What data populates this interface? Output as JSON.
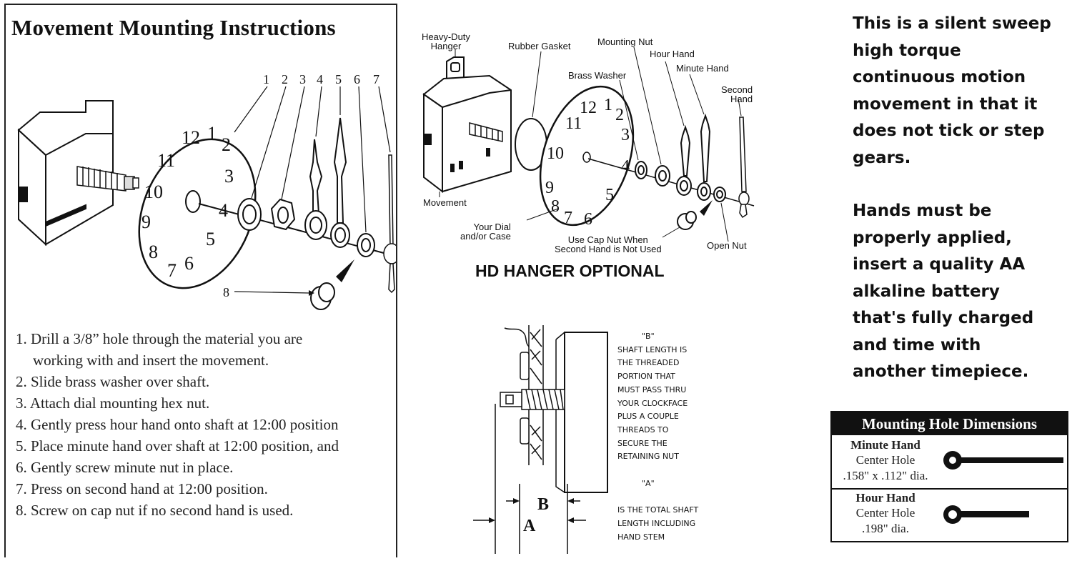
{
  "left_panel": {
    "title": "Movement Mounting Instructions",
    "part_numbers": [
      "1",
      "2",
      "3",
      "4",
      "5",
      "6",
      "7",
      "8"
    ],
    "dial_numerals": [
      "12",
      "1",
      "2",
      "3",
      "4",
      "5",
      "6",
      "7",
      "8",
      "9",
      "10",
      "11"
    ],
    "steps": [
      "1. Drill a 3/8” hole through the material you are",
      "working with and insert the movement.",
      "2. Slide brass washer over shaft.",
      "3. Attach dial mounting hex nut.",
      "4. Gently press hour hand onto shaft at 12:00 position",
      "5. Place minute hand over shaft at 12:00 position, and",
      "6. Gently screw minute nut in place.",
      "7. Press on second hand at 12:00 position.",
      "8. Screw on cap nut if no second hand is used."
    ]
  },
  "hd_diagram": {
    "labels": {
      "heavy_duty_hanger": [
        "Heavy-Duty",
        "Hanger"
      ],
      "rubber_gasket": "Rubber Gasket",
      "mounting_nut": "Mounting Nut",
      "hour_hand": "Hour Hand",
      "brass_washer": "Brass Washer",
      "minute_hand": "Minute Hand",
      "second_hand": [
        "Second",
        "Hand"
      ],
      "movement": "Movement",
      "your_dial": [
        "Your Dial",
        "and/or Case"
      ],
      "use_cap_nut": [
        "Use Cap Nut When",
        "Second Hand is Not Used"
      ],
      "open_nut": "Open Nut"
    },
    "dial_numerals": [
      "12",
      "1",
      "2",
      "3",
      "4",
      "5",
      "6",
      "7",
      "8",
      "9",
      "10",
      "11"
    ],
    "caption": "HD HANGER OPTIONAL"
  },
  "shaft_diagram": {
    "letter_a": "A",
    "letter_b": "B",
    "notes": [
      "\"B\"",
      "SHAFT LENGTH IS",
      "THE THREADED",
      "PORTION THAT",
      "MUST PASS THRU",
      "YOUR CLOCKFACE",
      "PLUS A COUPLE",
      "THREADS TO",
      "SECURE THE",
      "RETAINING NUT",
      "",
      "\"A\"",
      "",
      "IS THE TOTAL SHAFT",
      "LENGTH INCLUDING",
      "HAND STEM"
    ]
  },
  "right_text": {
    "paragraph1": [
      "This is a silent sweep",
      "high torque",
      "continuous motion",
      "movement in that it",
      "does not tick or step",
      "gears."
    ],
    "paragraph2": [
      "Hands must be",
      "properly applied,",
      "insert a quality AA",
      "alkaline battery",
      "that's fully charged",
      "and time with",
      "another timepiece."
    ]
  },
  "dimensions_table": {
    "header": "Mounting Hole Dimensions",
    "rows": [
      {
        "title": "Minute Hand",
        "line1": "Center Hole",
        "line2": ".158\" x .112\" dia."
      },
      {
        "title": "Hour Hand",
        "line1": "Center Hole",
        "line2": ".198\" dia."
      }
    ]
  }
}
